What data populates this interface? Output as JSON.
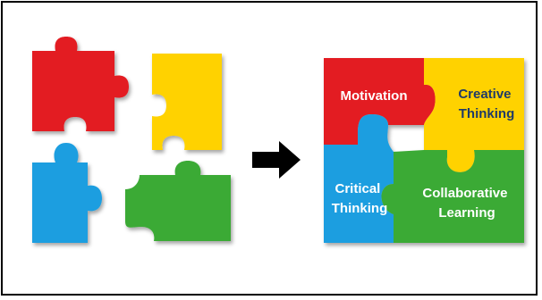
{
  "colors": {
    "red": "#e31e24",
    "yellow": "#ffd200",
    "blue": "#1b9ee0",
    "green": "#3aaa35",
    "label_light": "#ffffff",
    "label_dark": "#1f3a68",
    "arrow": "#000000"
  },
  "pieces": {
    "red": {
      "label_lines": [
        "Motivation"
      ]
    },
    "yellow": {
      "label_lines": [
        "Creative",
        "Thinking"
      ]
    },
    "blue": {
      "label_lines": [
        "Critical",
        "Thinking"
      ]
    },
    "green": {
      "label_lines": [
        "Collaborative",
        "Learning"
      ]
    }
  },
  "arrow_icon": "right-arrow-icon"
}
